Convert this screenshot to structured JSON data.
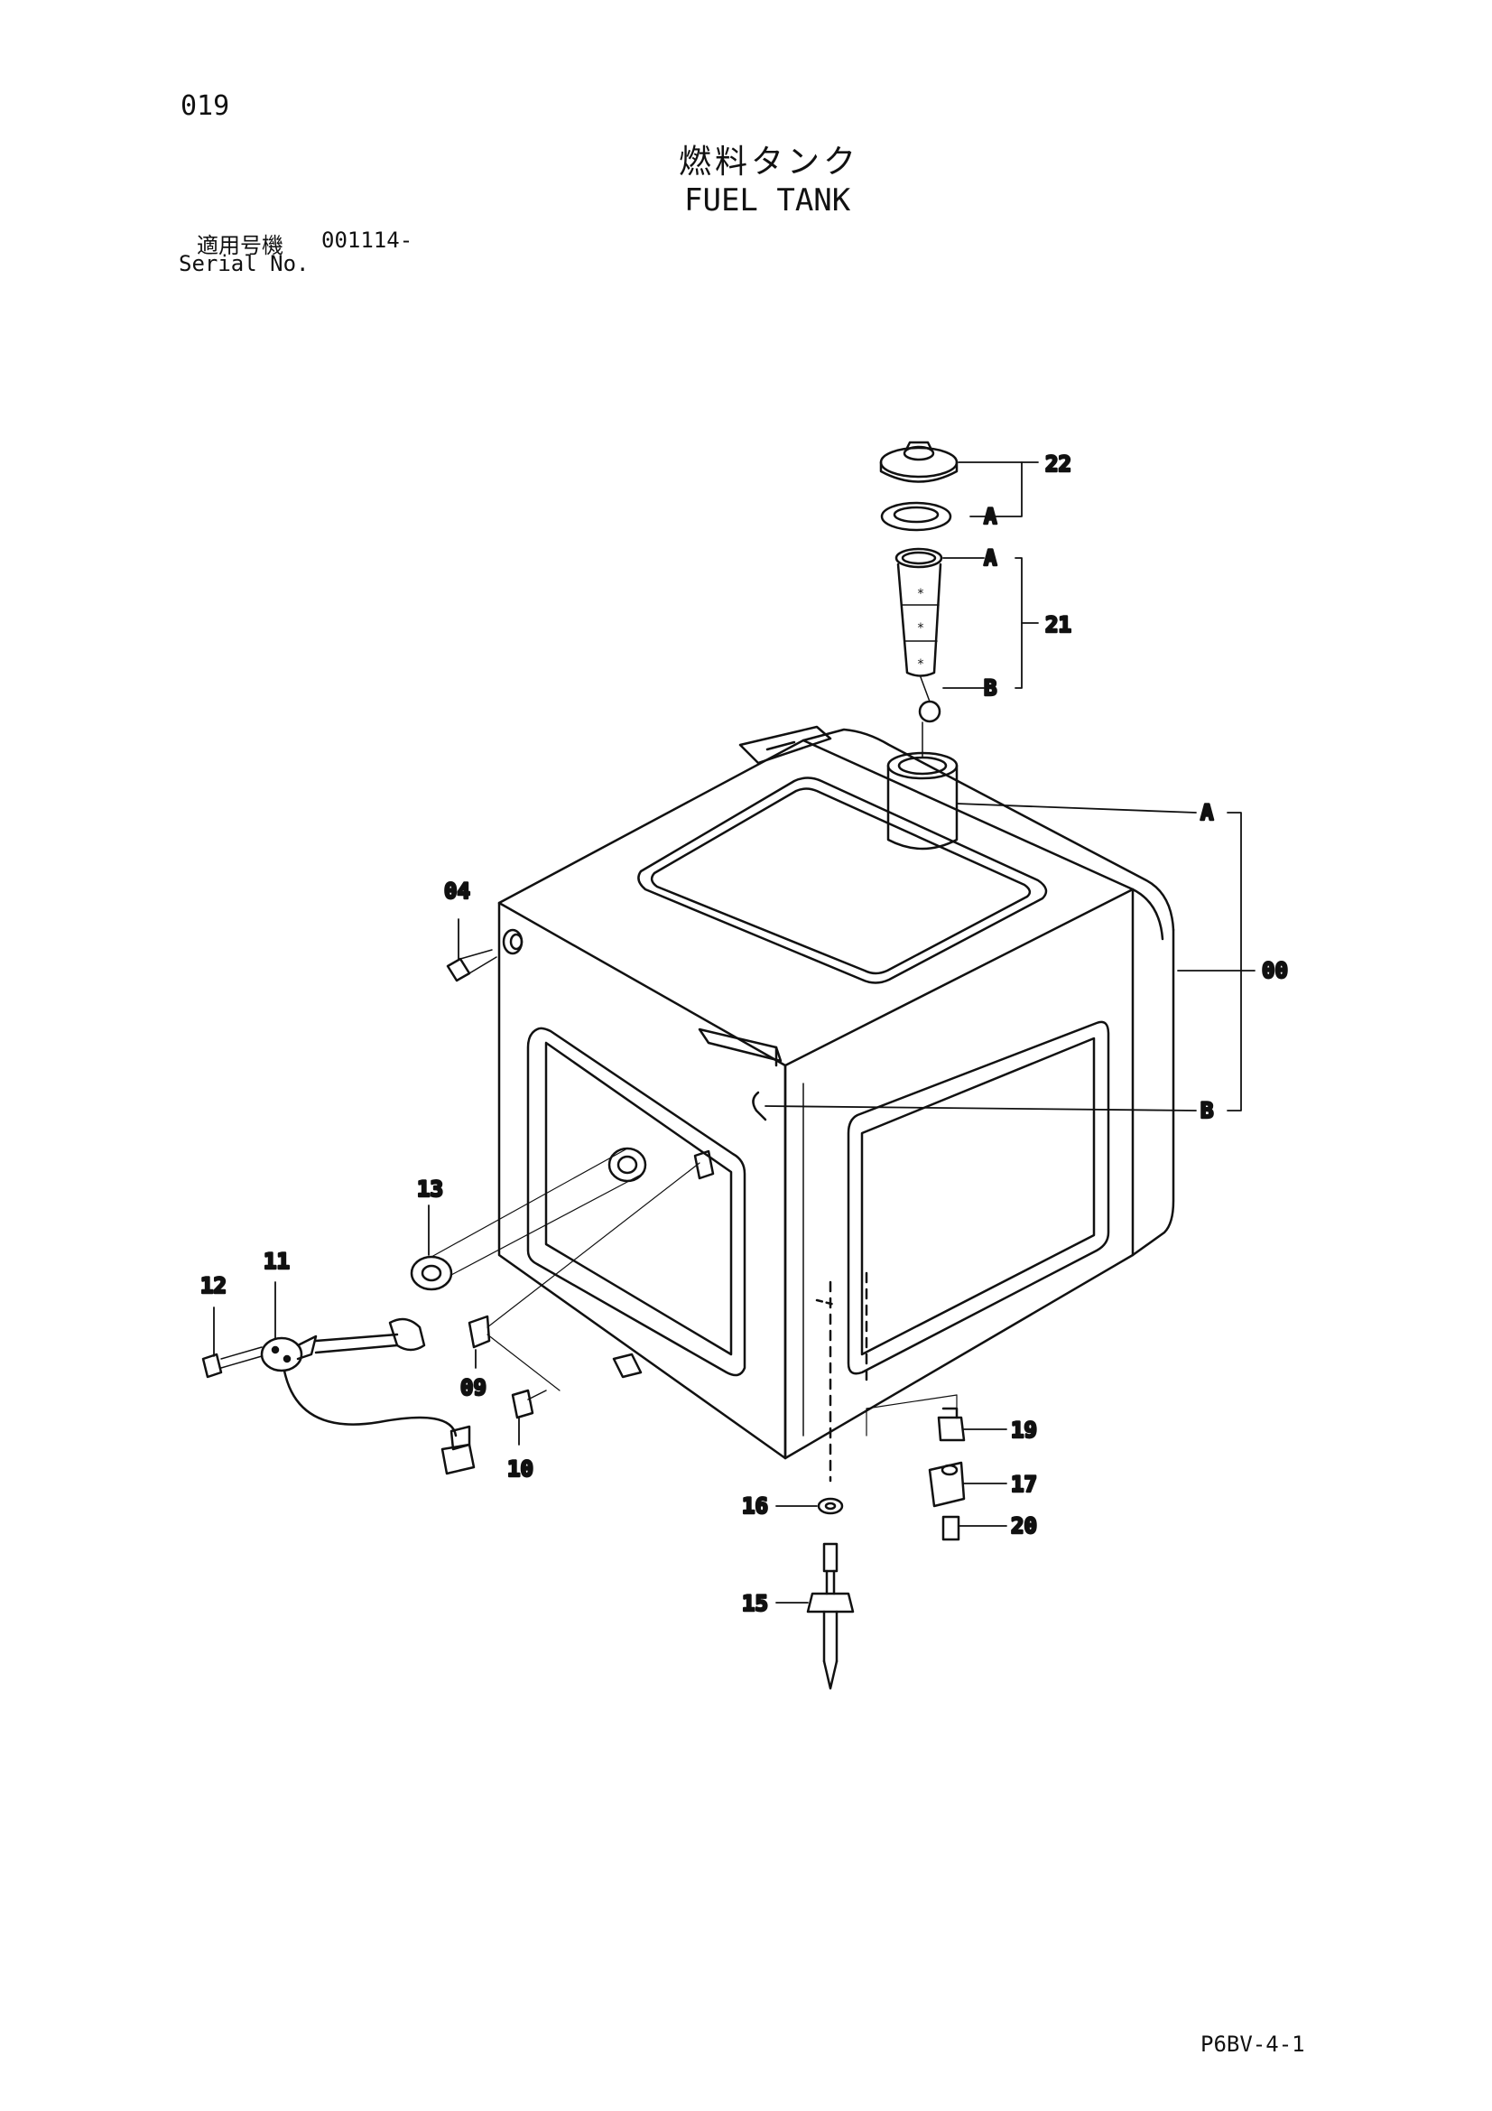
{
  "header": {
    "page_number": "019",
    "title_jp": "燃料タンク",
    "title_en": "FUEL TANK",
    "serial_label_jp": "適用号機",
    "serial_value": "001114-",
    "serial_label_en": "Serial No."
  },
  "callouts": {
    "p22": "22",
    "pA1": "A",
    "pA2": "A",
    "p21": "21",
    "pB1": "B",
    "pA3": "A",
    "p00": "00",
    "pB2": "B",
    "p04": "04",
    "p13": "13",
    "p11": "11",
    "p12": "12",
    "p09": "09",
    "p10": "10",
    "p19": "19",
    "p17": "17",
    "p16": "16",
    "p20": "20",
    "p15": "15"
  },
  "footer": {
    "code": "P6BV-4-1"
  }
}
